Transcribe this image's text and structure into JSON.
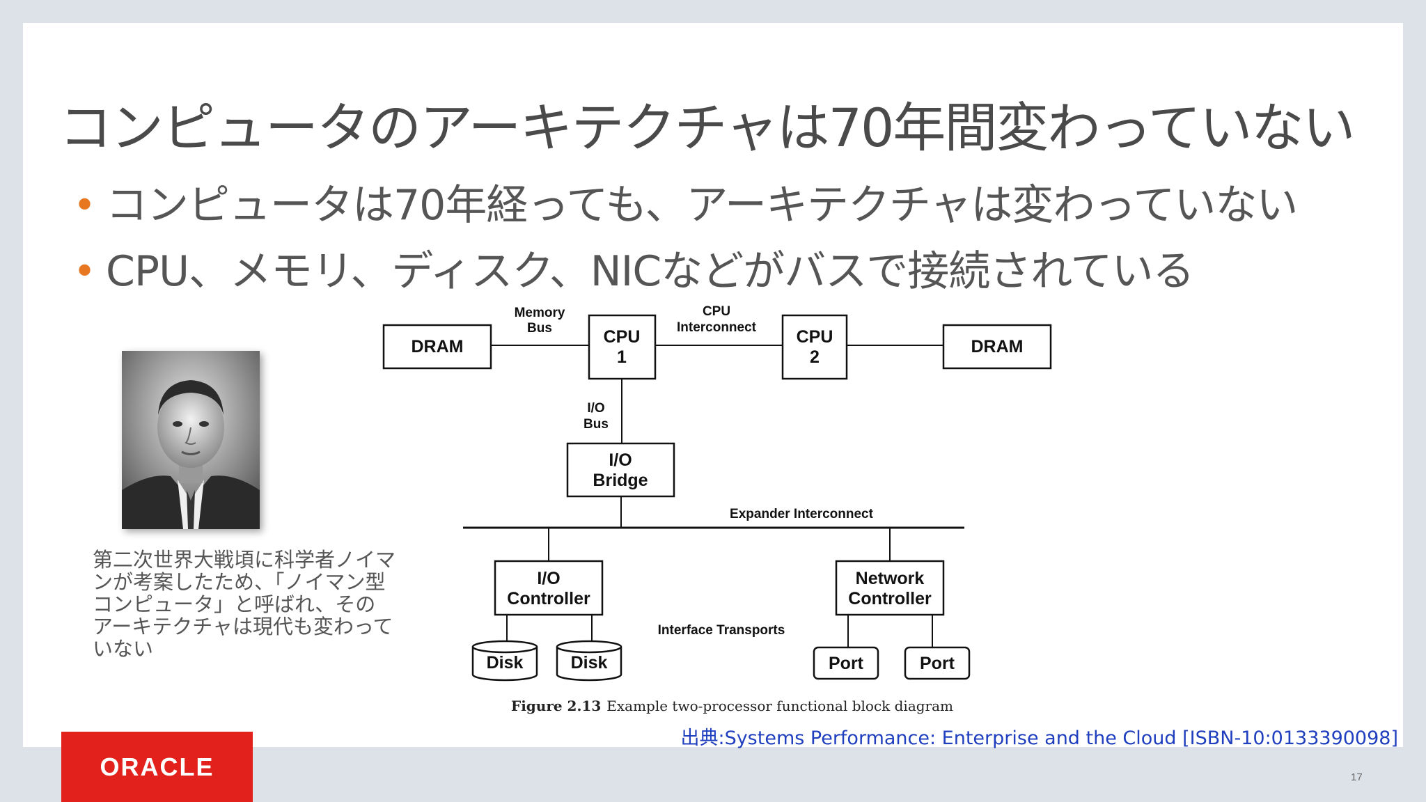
{
  "slide": {
    "title": "コンピュータのアーキテクチャは70年間変わっていない",
    "bullets": [
      "コンピュータは70年経っても、アーキテクチャは変わっていない",
      "CPU、メモリ、ディスク、NICなどがバスで接続されている"
    ],
    "bullet_marker": "•",
    "caption_lines": [
      "第二次世界大戦頃に科学者ノイマ",
      "ンが考案したため、「ノイマン型",
      "コンピュータ」と呼ばれ、その",
      "アーキテクチャは現代も変わって",
      "いない"
    ],
    "source": "出典:Systems Performance: Enterprise and the Cloud [ISBN-10:0133390098]",
    "logo_text": "ORACLE",
    "page_number": "17"
  },
  "diagram": {
    "dram_left": "DRAM",
    "dram_right": "DRAM",
    "cpu1": [
      "CPU",
      "1"
    ],
    "cpu2": [
      "CPU",
      "2"
    ],
    "memory_bus": [
      "Memory",
      "Bus"
    ],
    "cpu_interconnect": [
      "CPU",
      "Interconnect"
    ],
    "io_bus": [
      "I/O",
      "Bus"
    ],
    "io_bridge": [
      "I/O",
      "Bridge"
    ],
    "expander_interconnect": "Expander Interconnect",
    "io_controller": [
      "I/O",
      "Controller"
    ],
    "network_controller": [
      "Network",
      "Controller"
    ],
    "interface_transports": "Interface Transports",
    "disk1": "Disk",
    "disk2": "Disk",
    "port1": "Port",
    "port2": "Port",
    "figure_number": "Figure 2.13",
    "figure_caption": "Example two-processor functional block diagram"
  },
  "colors": {
    "accent_bullet": "#e87722",
    "oracle_red": "#e3211c",
    "source_link": "#1f3fbf"
  }
}
